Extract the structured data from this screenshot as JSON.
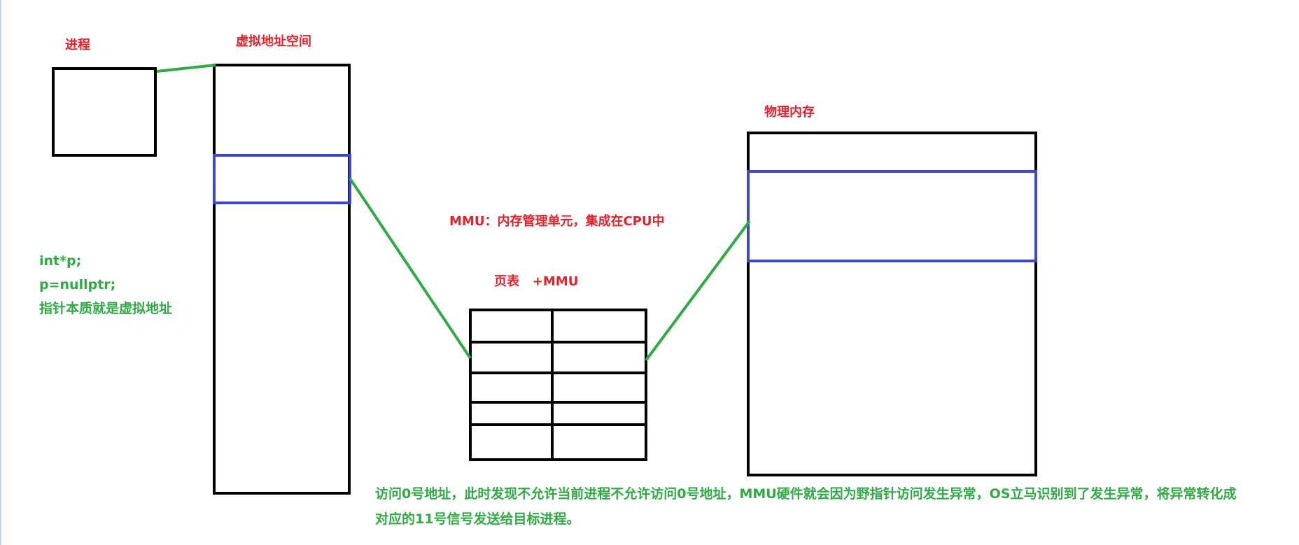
{
  "labels": {
    "process": "进程",
    "virtual_space": "虚拟地址空间",
    "physical_memory": "物理内存",
    "mmu_note": "MMU：内存管理单元，集成在CPU中",
    "page_table": "页表   +MMU"
  },
  "code_note": {
    "line1": "int*p;",
    "line2": "p=nullptr;",
    "line3": "指针本质就是虚拟地址"
  },
  "explanation": "访问0号地址，此时发现不允许当前进程不允许访问0号地址，MMU硬件就会因为野指针访问发生异常，OS立马识别到了发生异常，将异常转化成对应的11号信号发送给目标进程。",
  "colors": {
    "red": "#e8202a",
    "green": "#2faa44",
    "blue": "#3d48c8",
    "black": "#000000"
  }
}
